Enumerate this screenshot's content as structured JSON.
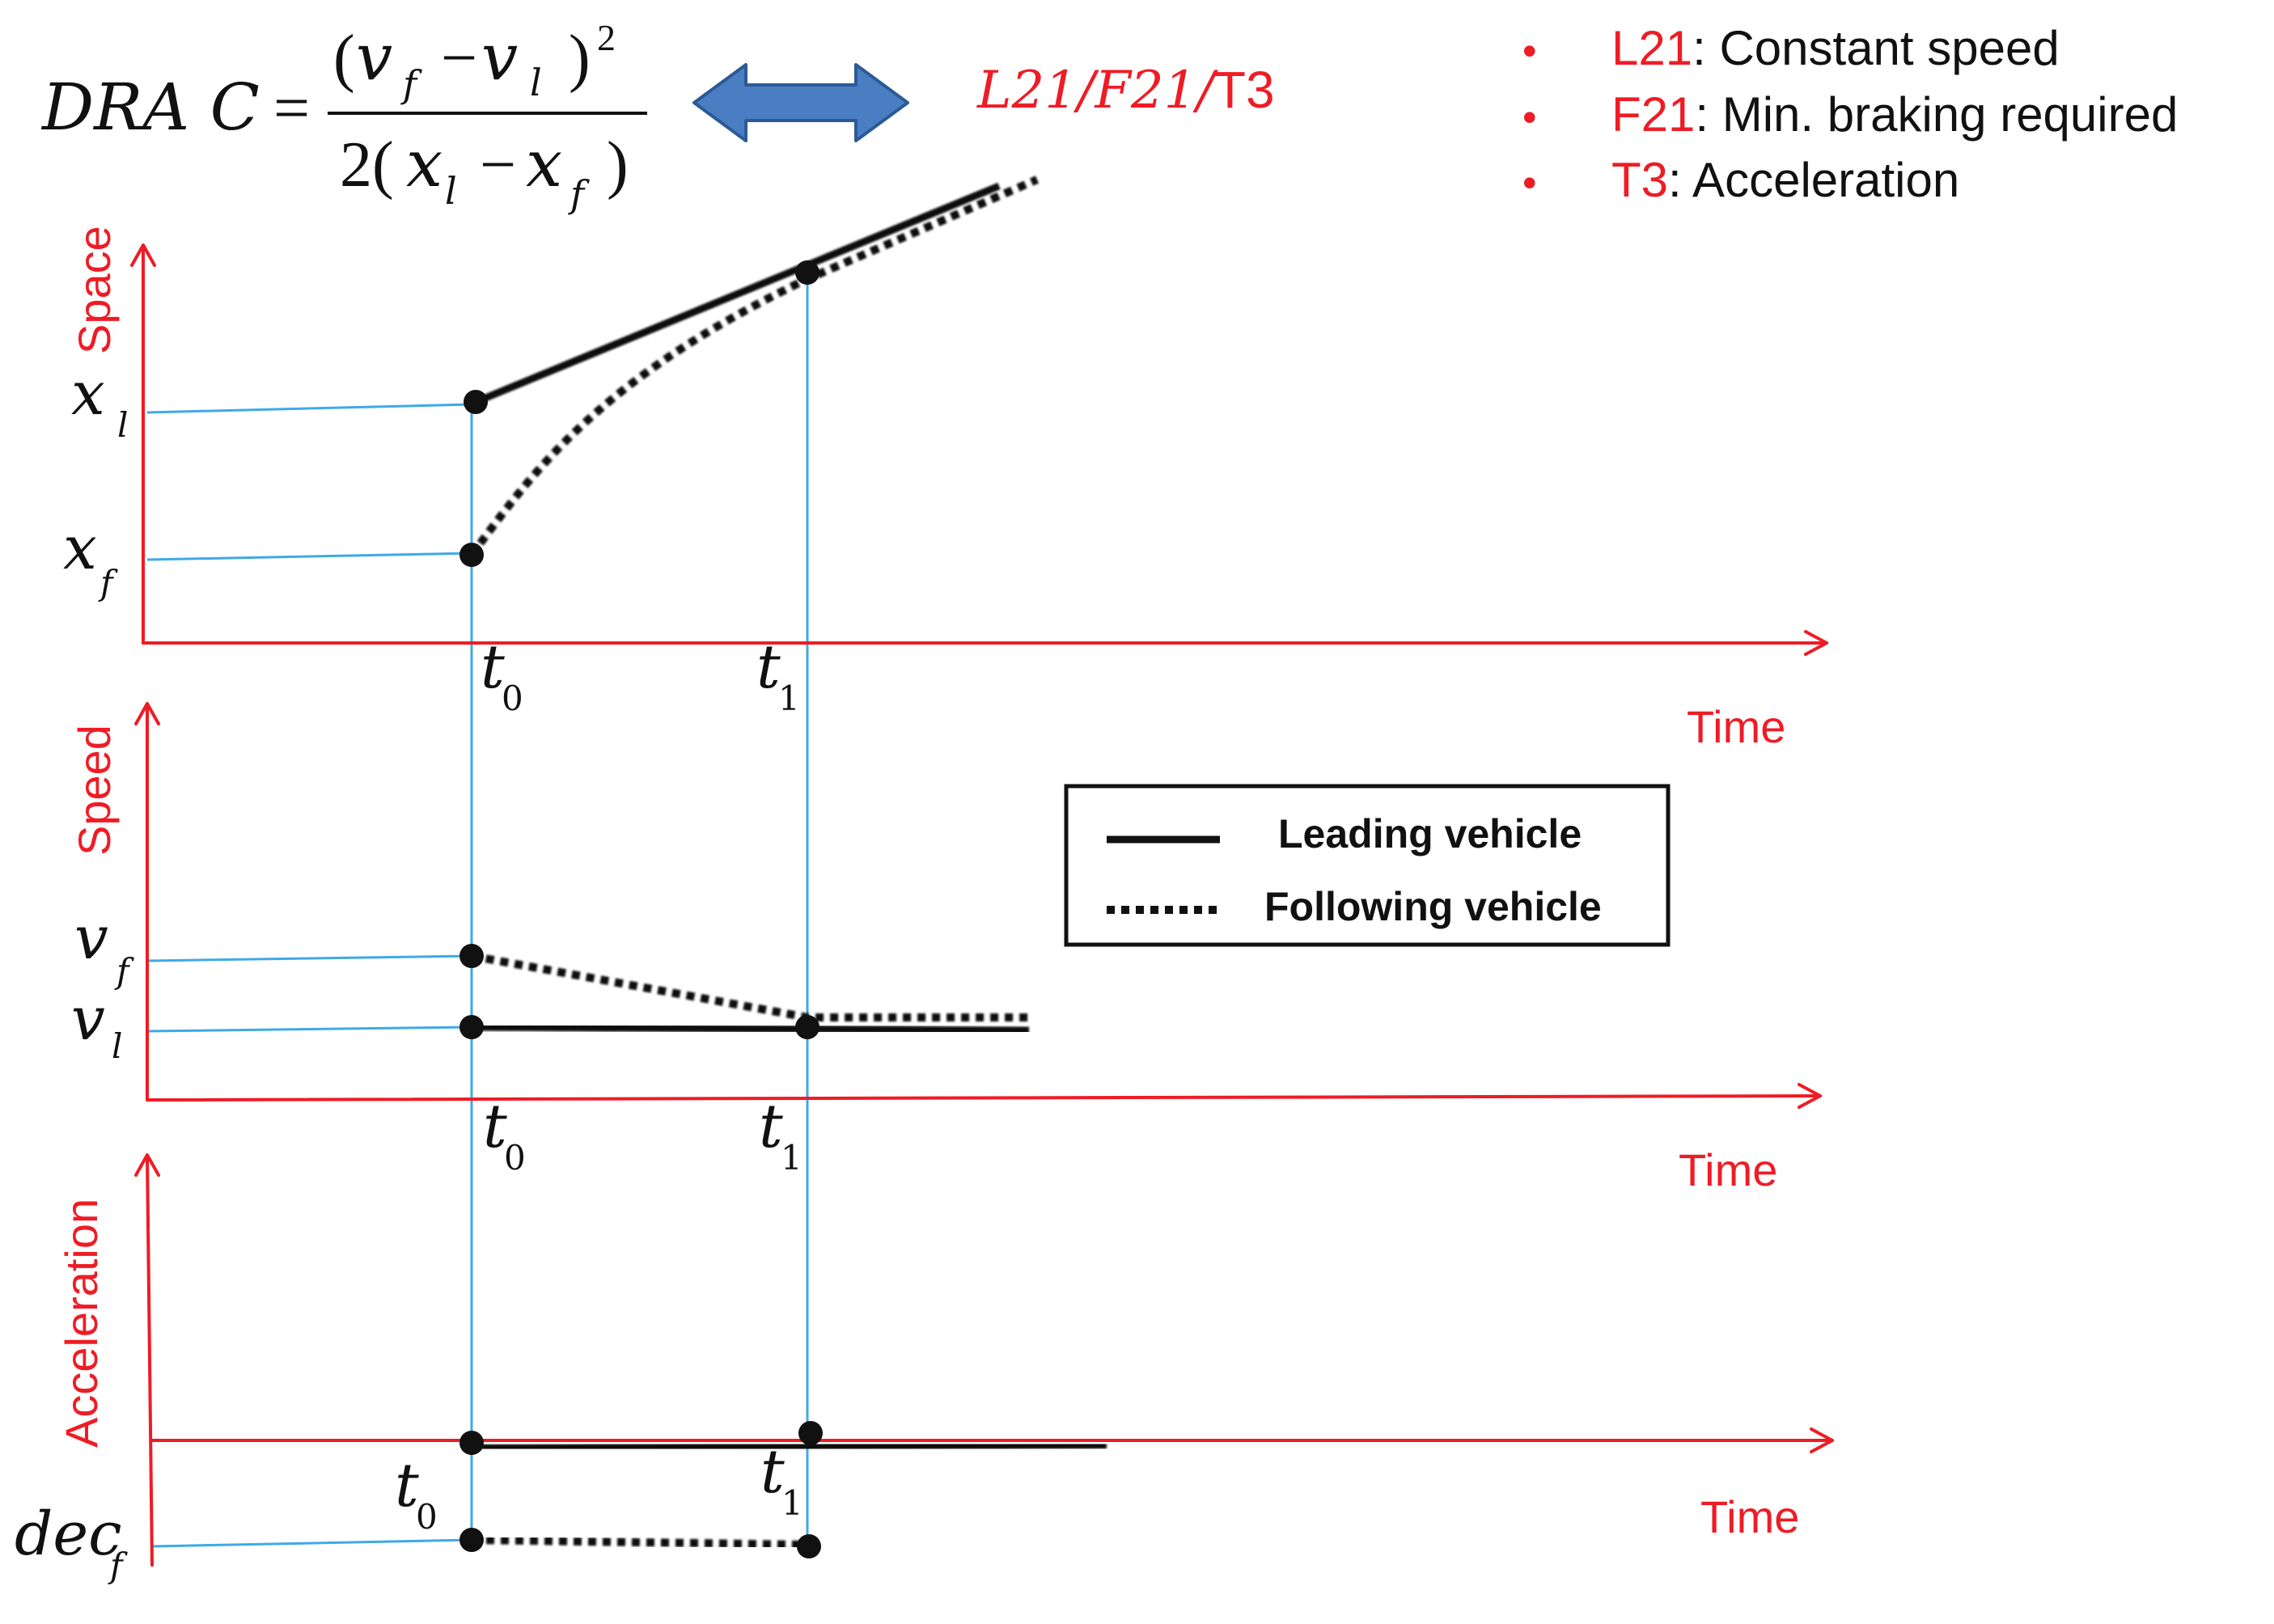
{
  "formula": {
    "lhs": "DRA C",
    "equals": "=",
    "num_open": "(",
    "num_v1": "v",
    "num_v1_sub": "f",
    "num_minus": "−",
    "num_v2": "v",
    "num_v2_sub": "l",
    "num_close": ")",
    "num_exp": "2",
    "den_two": "2(",
    "den_x1": "x",
    "den_x1_sub": "l",
    "den_minus": "−",
    "den_x2": "x",
    "den_x2_sub": "f",
    "den_close": ")"
  },
  "scenario": {
    "l": "L21",
    "slash1": "/",
    "f": "F21",
    "slash2": "/",
    "t": "T3"
  },
  "legend_notes": [
    {
      "bullet": "•",
      "code": "L21",
      "desc": ": Constant speed"
    },
    {
      "bullet": "•",
      "code": "F21",
      "desc": ": Min. braking required"
    },
    {
      "bullet": "•",
      "code": "T3",
      "desc": ": Acceleration"
    }
  ],
  "axes": {
    "space_label": "Space",
    "speed_label": "Speed",
    "accel_label": "Acceleration",
    "time_label": "Time"
  },
  "symbols": {
    "x_l": "x",
    "x_l_sub": "l",
    "x_f": "x",
    "x_f_sub": "f",
    "v_f": "v",
    "v_f_sub": "f",
    "v_l": "v",
    "v_l_sub": "l",
    "dec_f": "dec",
    "dec_f_sub": "f",
    "t0": "t",
    "t0_sub": "0",
    "t1": "t",
    "t1_sub": "1"
  },
  "legend": {
    "leading": "Leading vehicle",
    "following": "Following vehicle"
  },
  "colors": {
    "axis": "#ee1c25",
    "guide": "#3fa9e8",
    "curve": "#111111",
    "arrow_fill": "#4a7ec3",
    "arrow_stroke": "#2c5a96"
  }
}
